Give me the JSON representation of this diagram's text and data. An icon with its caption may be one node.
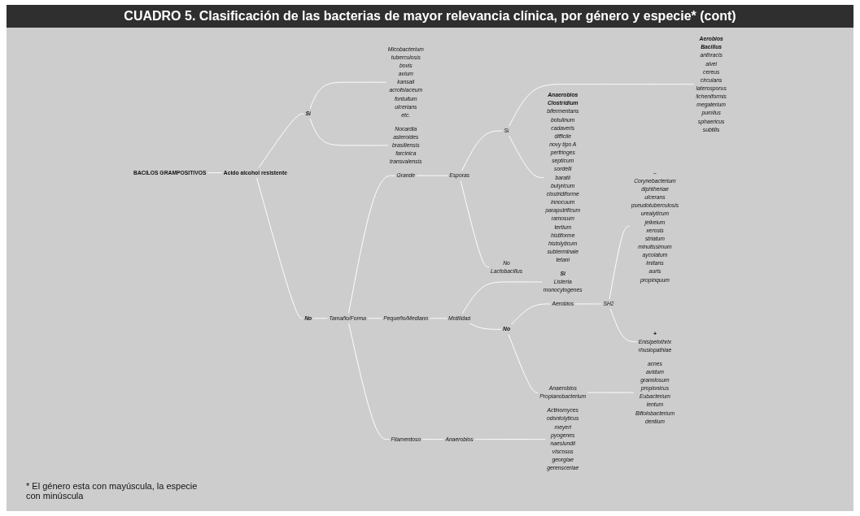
{
  "diagram": {
    "title": "CUADRO 5. Clasificación de las bacterias de mayor relevancia clínica, por género y especie* (cont)",
    "nodes": [
      {
        "text": [
          "BACILOS GRAMPOSITIVOS"
        ]
      },
      {
        "text": [
          "Acido alcohol resistente"
        ]
      },
      {
        "text": [
          "Si"
        ]
      },
      {
        "text": [
          "Micobacterium",
          "tuberculosis",
          "bovis",
          "avium",
          "kansaii",
          "acrofolaceum",
          "fontuitum",
          "ulcerians",
          "etc."
        ]
      },
      {
        "text": [
          "Nocardia",
          "asteroides",
          "brasiliensis",
          "farcinica",
          "transvalensis"
        ]
      },
      {
        "text": [
          "No"
        ]
      },
      {
        "text": [
          "Tamaño/Forma"
        ]
      },
      {
        "text": [
          "Grande"
        ]
      },
      {
        "text": [
          "Esporas"
        ]
      },
      {
        "text": [
          "Si"
        ]
      },
      {
        "text": [
          "No",
          "Lactobacillus"
        ]
      },
      {
        "text": [
          "Aerobios",
          "Bacillus",
          "anthracis",
          "alvei",
          "cereus",
          "circulans",
          "laterosporus",
          "licheniformis",
          "megaterium",
          "pumilus",
          "sphaericus",
          "subtilis"
        ]
      },
      {
        "text": [
          "Anaerobios",
          "Clostridium",
          "bifermentans",
          "botulinum",
          "cadaveris",
          "difficile",
          "novy tipo A",
          "perfringes",
          "septicum",
          "sordelli",
          "baratii",
          "butyricum",
          "clostridiforme",
          "innocuum",
          "paraputrificum",
          "ramosum",
          "tertium",
          "histiforme",
          "histolyticum",
          "subterminale",
          "tetani"
        ]
      },
      {
        "text": [
          "Pequeño/Mediano"
        ]
      },
      {
        "text": [
          "Motilidad"
        ]
      },
      {
        "text": [
          "Si",
          "Listeria",
          "monocytogenes"
        ]
      },
      {
        "text": [
          "No"
        ]
      },
      {
        "text": [
          "Aerobios"
        ]
      },
      {
        "text": [
          "SH2"
        ]
      },
      {
        "text": [
          "–",
          "Corynebacterium",
          "diphtheriae",
          "ulcerans",
          "pseudotuberculosis",
          "urealyticum",
          "jeikeium",
          "xerosis",
          "striatum",
          "minutissimum",
          "aycolatum",
          "imitans",
          "auris",
          "propinquum"
        ]
      },
      {
        "text": [
          "+",
          "Enisipelothrix",
          "rhusiopathiae"
        ]
      },
      {
        "text": [
          "Anaerobios",
          "Propianobacterium"
        ]
      },
      {
        "text": [
          "acnes",
          "avidum",
          "granolosum",
          "propionicus",
          "Eubacterium",
          "lentum",
          "Bifiolobacterium",
          "dentium"
        ]
      },
      {
        "text": [
          "Filamentoso"
        ]
      },
      {
        "text": [
          "Anaerobios"
        ]
      },
      {
        "text": [
          "Actinomyces",
          "odontolyticus",
          "meyeri",
          "pyogenes",
          "naeslundii",
          "viscosus",
          "georgiae",
          "gerensceriae"
        ]
      }
    ],
    "edges": [
      {
        "from": 0,
        "to": 1,
        "arrow": "none"
      },
      {
        "from": 1,
        "to": 2,
        "arrow": "none"
      },
      {
        "from": 1,
        "to": 5,
        "arrow": "none"
      },
      {
        "from": 2,
        "to": 3,
        "arrow": "none"
      },
      {
        "from": 2,
        "to": 4,
        "arrow": "none"
      },
      {
        "from": 5,
        "to": 6,
        "arrow": "none"
      },
      {
        "from": 6,
        "to": 7,
        "arrow": "none"
      },
      {
        "from": 6,
        "to": 13,
        "arrow": "none"
      },
      {
        "from": 6,
        "to": 23,
        "arrow": "none"
      },
      {
        "from": 7,
        "to": 8,
        "arrow": "none"
      },
      {
        "from": 8,
        "to": 9,
        "arrow": "none"
      },
      {
        "from": 8,
        "to": 10,
        "arrow": "none"
      },
      {
        "from": 9,
        "to": 11,
        "arrow": "none"
      },
      {
        "from": 9,
        "to": 12,
        "arrow": "none"
      },
      {
        "from": 13,
        "to": 14,
        "arrow": "none"
      },
      {
        "from": 14,
        "to": 15,
        "arrow": "none"
      },
      {
        "from": 14,
        "to": 16,
        "arrow": "none"
      },
      {
        "from": 16,
        "to": 17,
        "arrow": "none"
      },
      {
        "from": 16,
        "to": 21,
        "arrow": "none"
      },
      {
        "from": 17,
        "to": 18,
        "arrow": "none"
      },
      {
        "from": 18,
        "to": 19,
        "arrow": "none"
      },
      {
        "from": 18,
        "to": 20,
        "arrow": "none"
      },
      {
        "from": 21,
        "to": 22,
        "arrow": "none"
      },
      {
        "from": 23,
        "to": 24,
        "arrow": "none"
      },
      {
        "from": 24,
        "to": 25,
        "arrow": "none"
      }
    ],
    "labels": [
      "* El género esta con mayúscula, la especie con minúscula"
    ]
  }
}
